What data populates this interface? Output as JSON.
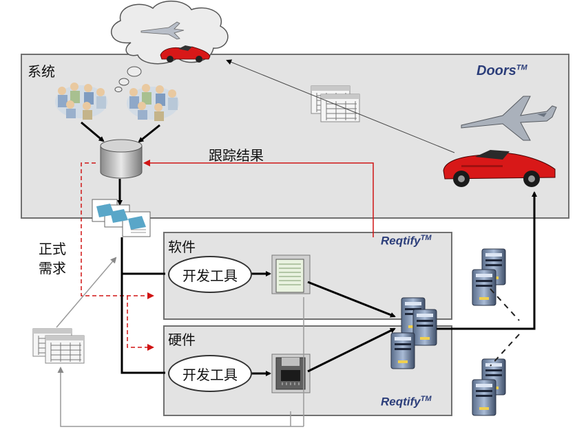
{
  "system": {
    "label": "系统",
    "tool": "Doors",
    "tool_tm": "TM"
  },
  "software": {
    "label": "软件",
    "tool": "Reqtify",
    "tool_tm": "TM",
    "dev_tool": "开发工具"
  },
  "hardware": {
    "label": "硬件",
    "tool": "Reqtify",
    "tool_tm": "TM",
    "dev_tool": "开发工具"
  },
  "trace_result": "跟踪结果",
  "formal_requirements": {
    "line1": "正式",
    "line2": "需求"
  },
  "colors": {
    "trace_arrow": "#d01414",
    "panel_fill": "#e3e3e3",
    "brand_text": "#2c3e7a",
    "car": "#d81818"
  }
}
